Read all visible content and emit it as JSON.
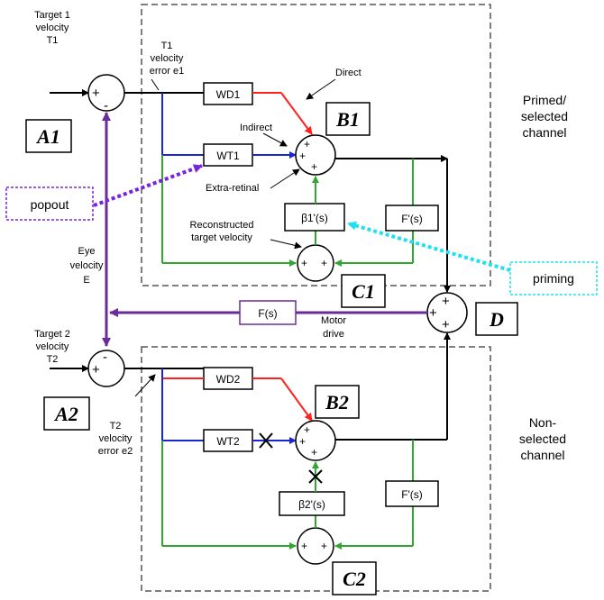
{
  "colors": {
    "red": "#ff2020",
    "blue": "#1a24d8",
    "green": "#2ea82e",
    "purple": "#6a2c9a",
    "popout": "#7a22e0",
    "priming": "#22e0f0",
    "black": "#000000",
    "dash": "#555555"
  },
  "icons": {
    "block_x": "x-cross-icon"
  },
  "top": {
    "input_label": [
      "Target 1",
      "velocity",
      "T1"
    ],
    "error_label": [
      "T1",
      "velocity",
      "error e1"
    ],
    "block_label": "A1",
    "wd": "WD1",
    "wt": "WT1",
    "direct": "Direct",
    "indirect": "Indirect",
    "extra_retinal": "Extra-retinal",
    "reconstructed": [
      "Reconstructed",
      "target velocity"
    ],
    "beta": "β1'(s)",
    "fprime": "F'(s)",
    "b_label": "B1",
    "c_label": "C1",
    "channel": [
      "Primed/",
      "selected",
      "channel"
    ]
  },
  "bottom": {
    "input_label": [
      "Target 2",
      "velocity",
      "T2"
    ],
    "error_label": [
      "T2",
      "velocity",
      "error e2"
    ],
    "block_label": "A2",
    "wd": "WD2",
    "wt": "WT2",
    "beta": "β2'(s)",
    "fprime": "F'(s)",
    "b_label": "B2",
    "c_label": "C2",
    "channel": [
      "Non-",
      "selected",
      "channel"
    ]
  },
  "middle": {
    "eye": [
      "Eye",
      "velocity",
      "E"
    ],
    "fs": "F(s)",
    "motor": [
      "Motor",
      "drive"
    ],
    "d_label": "D"
  },
  "popout": "popout",
  "priming": "priming"
}
